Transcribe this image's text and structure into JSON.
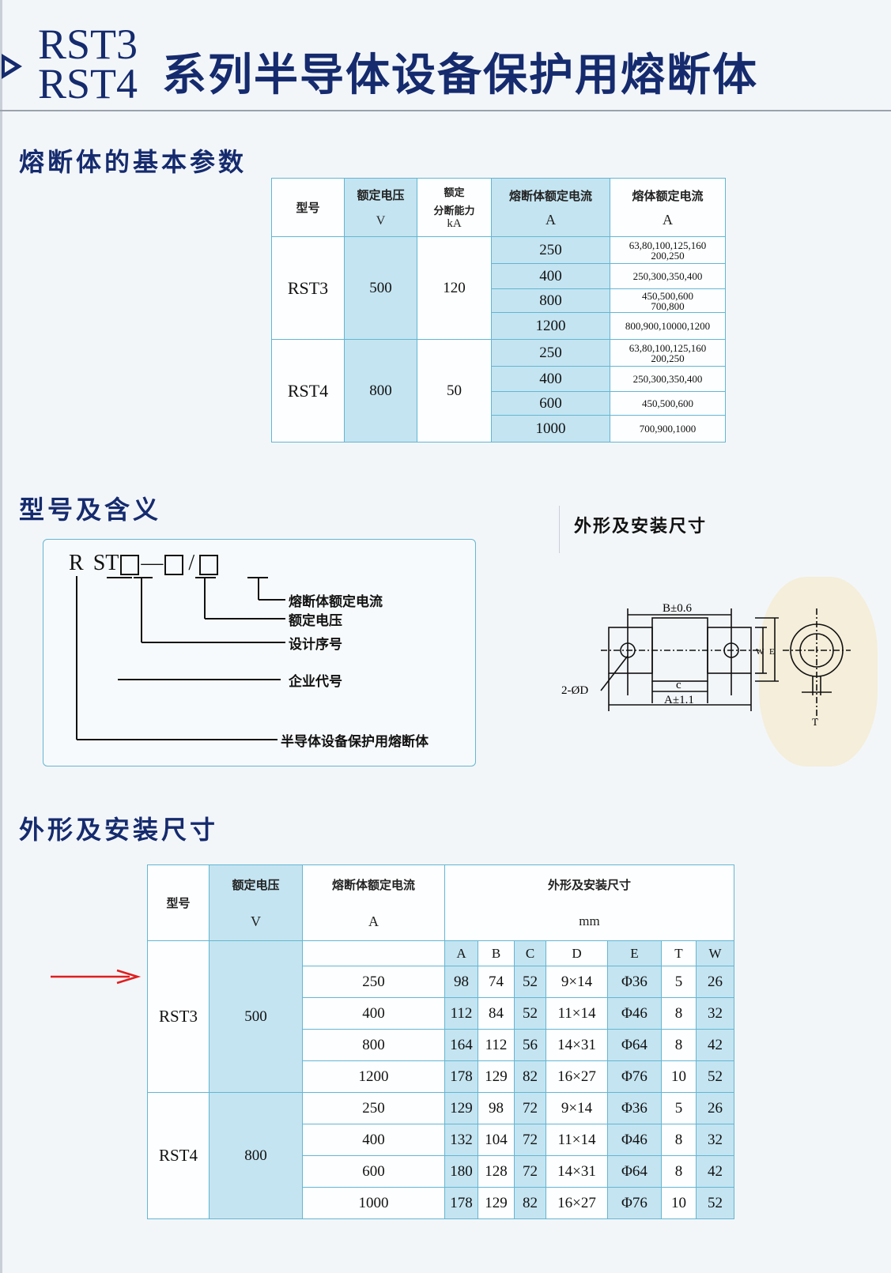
{
  "header": {
    "models": [
      "RST3",
      "RST4"
    ],
    "title": "系列半导体设备保护用熔断体"
  },
  "params_section": {
    "title": "熔断体的基本参数",
    "headers": {
      "model": "型号",
      "voltage": [
        "额定电压",
        "V"
      ],
      "breaking": [
        "额定",
        "分断能力",
        "kA"
      ],
      "fuse_current": [
        "熔断体额定电流",
        "A"
      ],
      "melt_current": [
        "熔体额定电流",
        "A"
      ]
    },
    "groups": [
      {
        "model": "RST3",
        "voltage": "500",
        "breaking": "120",
        "rows": [
          {
            "fuse": "250",
            "melt": [
              "63,80,100,125,160",
              "200,250"
            ]
          },
          {
            "fuse": "400",
            "melt": [
              "250,300,350,400"
            ]
          },
          {
            "fuse": "800",
            "melt": [
              "450,500,600",
              "700,800"
            ]
          },
          {
            "fuse": "1200",
            "melt": [
              "800,900,10000,1200"
            ]
          }
        ]
      },
      {
        "model": "RST4",
        "voltage": "800",
        "breaking": "50",
        "rows": [
          {
            "fuse": "250",
            "melt": [
              "63,80,100,125,160",
              "200,250"
            ]
          },
          {
            "fuse": "400",
            "melt": [
              "250,300,350,400"
            ]
          },
          {
            "fuse": "600",
            "melt": [
              "450,500,600"
            ]
          },
          {
            "fuse": "1000",
            "melt": [
              "700,900,1000"
            ]
          }
        ]
      }
    ]
  },
  "meaning_section": {
    "title": "型号及含义",
    "code_r": "R",
    "code_st": "ST",
    "dash": "—",
    "slash": "/",
    "labels": [
      "熔断体额定电流",
      "额定电压",
      "设计序号",
      "企业代号",
      "半导体设备保护用熔断体"
    ]
  },
  "drawing": {
    "title": "外形及安装尺寸",
    "labels": {
      "b": "B±0.6",
      "c": "c",
      "a": "A±1.1",
      "d": "2-ØD",
      "t": "T",
      "w": "W",
      "e": "E"
    }
  },
  "dims_section": {
    "title": "外形及安装尺寸",
    "headers": {
      "model": "型号",
      "voltage": [
        "额定电压",
        "V"
      ],
      "current": [
        "熔断体额定电流",
        "A"
      ],
      "dims": [
        "外形及安装尺寸",
        "mm"
      ],
      "cols": [
        "A",
        "B",
        "C",
        "D",
        "E",
        "T",
        "W"
      ]
    },
    "groups": [
      {
        "model": "RST3",
        "voltage": "500",
        "rows": [
          {
            "current": "250",
            "vals": [
              "98",
              "74",
              "52",
              "9×14",
              "Φ36",
              "5",
              "26"
            ]
          },
          {
            "current": "400",
            "vals": [
              "112",
              "84",
              "52",
              "11×14",
              "Φ46",
              "8",
              "32"
            ]
          },
          {
            "current": "800",
            "vals": [
              "164",
              "112",
              "56",
              "14×31",
              "Φ64",
              "8",
              "42"
            ]
          },
          {
            "current": "1200",
            "vals": [
              "178",
              "129",
              "82",
              "16×27",
              "Φ76",
              "10",
              "52"
            ]
          }
        ]
      },
      {
        "model": "RST4",
        "voltage": "800",
        "rows": [
          {
            "current": "250",
            "vals": [
              "129",
              "98",
              "72",
              "9×14",
              "Φ36",
              "5",
              "26"
            ]
          },
          {
            "current": "400",
            "vals": [
              "132",
              "104",
              "72",
              "11×14",
              "Φ46",
              "8",
              "32"
            ]
          },
          {
            "current": "600",
            "vals": [
              "180",
              "128",
              "72",
              "14×31",
              "Φ64",
              "8",
              "42"
            ]
          },
          {
            "current": "1000",
            "vals": [
              "178",
              "129",
              "82",
              "16×27",
              "Φ76",
              "10",
              "52"
            ]
          }
        ]
      }
    ]
  }
}
